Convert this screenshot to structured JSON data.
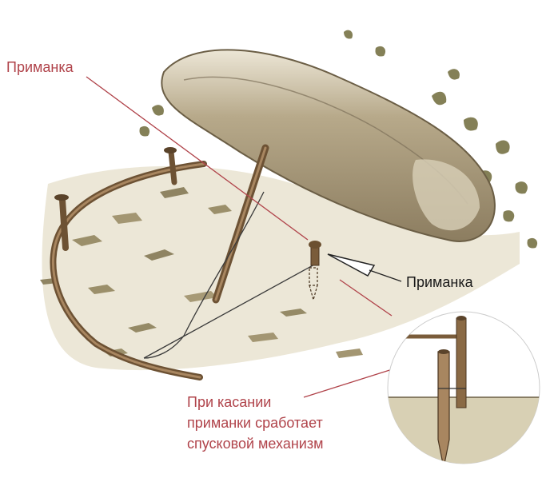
{
  "labels": {
    "bait_top": "Приманка",
    "bait_right": "Приманка",
    "trigger_lines": [
      "При касании",
      "приманки сработает",
      "спусковой механизм"
    ]
  },
  "colors": {
    "accent": "#b0434a",
    "text_dark": "#1a1a1a",
    "ground": "#d8d0b4",
    "stone": "#b7a98a",
    "wood": "#8a6a45",
    "foliage": "#6f6a3a"
  }
}
